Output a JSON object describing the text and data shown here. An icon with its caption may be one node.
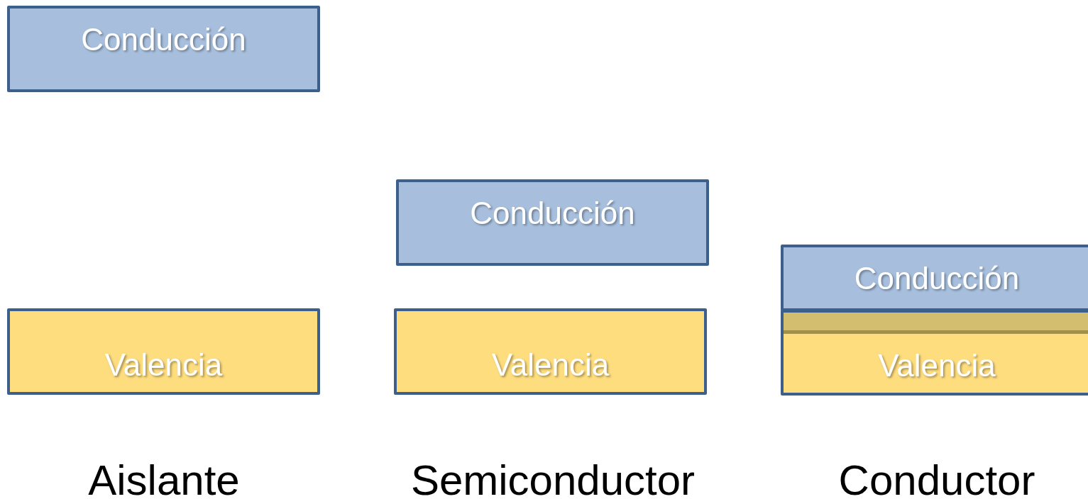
{
  "diagram": {
    "nodes": [
      {
        "text": [
          "Conducción"
        ]
      },
      {
        "text": [
          "Valencia"
        ]
      },
      {
        "text": [
          "Conducción"
        ]
      },
      {
        "text": [
          "Valencia"
        ]
      },
      {
        "text": [
          "Conducción"
        ]
      },
      {
        "text": [
          "Valencia"
        ]
      },
      {
        "text": [],
        "shape": "bar",
        "in": 5
      }
    ],
    "labels": [
      "Aislante",
      "Semiconductor",
      "Conductor"
    ]
  }
}
